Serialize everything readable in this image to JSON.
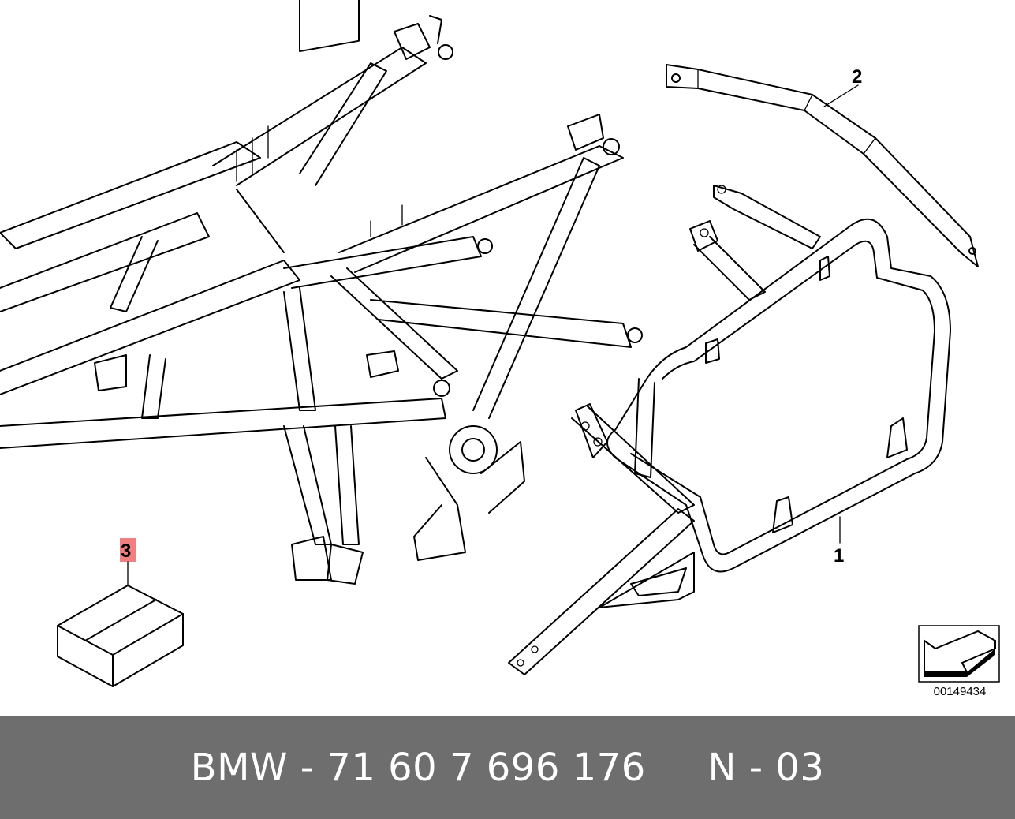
{
  "callouts": {
    "part_1": "1",
    "part_2": "2",
    "part_3": "3"
  },
  "reference_code": "00149434",
  "footer": {
    "text": "BMW - 71 60 7 696 176     N - 03"
  },
  "colors": {
    "footer_background": "#6e6e6e",
    "footer_text": "#ffffff",
    "highlight": "#f08080",
    "line": "#000000"
  },
  "icons": {
    "reference_arrow": "arrow-icon"
  }
}
